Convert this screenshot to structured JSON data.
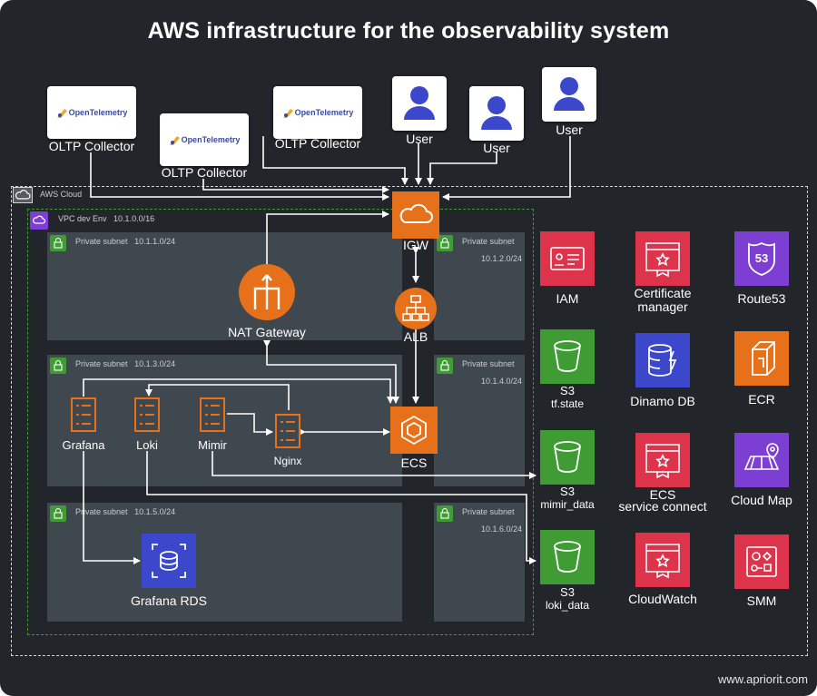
{
  "title": "AWS infrastructure for the observability system",
  "footer": "www.apriorit.com",
  "colors": {
    "background": "#22262b",
    "subnet": "#3f474f",
    "vpc_border": "#3f9c35",
    "aws_orange": "#e7711b",
    "security_red": "#dd344c",
    "storage_green": "#3f9c35",
    "database_blue": "#3b48cc",
    "network_purple": "#7d3fd3"
  },
  "external": {
    "otel_logo": "OpenTelemetry",
    "collectors": [
      "OLTP Collector",
      "OLTP Collector",
      "OLTP Collector"
    ],
    "users": [
      "User",
      "User",
      "User"
    ]
  },
  "cloud": {
    "label": "AWS Cloud",
    "vpc_label": "VPC dev Env",
    "vpc_cidr": "10.1.0.0/16"
  },
  "subnets": [
    {
      "name": "Private subnet",
      "cidr": "10.1.1.0/24"
    },
    {
      "name": "Private subnet",
      "cidr": "10.1.2.0/24"
    },
    {
      "name": "Private subnet",
      "cidr": "10.1.3.0/24"
    },
    {
      "name": "Private subnet",
      "cidr": "10.1.4.0/24"
    },
    {
      "name": "Private subnet",
      "cidr": "10.1.5.0/24"
    },
    {
      "name": "Private subnet",
      "cidr": "10.1.6.0/24"
    }
  ],
  "nodes": {
    "igw": "IGW",
    "alb": "ALB",
    "nat": "NAT Gateway",
    "ecs": "ECS",
    "grafana": "Grafana",
    "loki": "Loki",
    "mimir": "Mimir",
    "nginx": "Nginx",
    "rds": "Grafana RDS"
  },
  "services": {
    "iam": "IAM",
    "cert_line1": "Certificate",
    "cert_line2": "manager",
    "route53": "Route53",
    "route53_badge": "53",
    "s3_tf_1": "S3",
    "s3_tf_2": "tf.state",
    "dynamo": "Dinamo DB",
    "ecr": "ECR",
    "s3_mimir_1": "S3",
    "s3_mimir_2": "mimir_data",
    "ecs_sc_1": "ECS",
    "ecs_sc_2": "service connect",
    "cloudmap": "Cloud Map",
    "s3_loki_1": "S3",
    "s3_loki_2": "loki_data",
    "cloudwatch": "CloudWatch",
    "smm": "SMM"
  }
}
